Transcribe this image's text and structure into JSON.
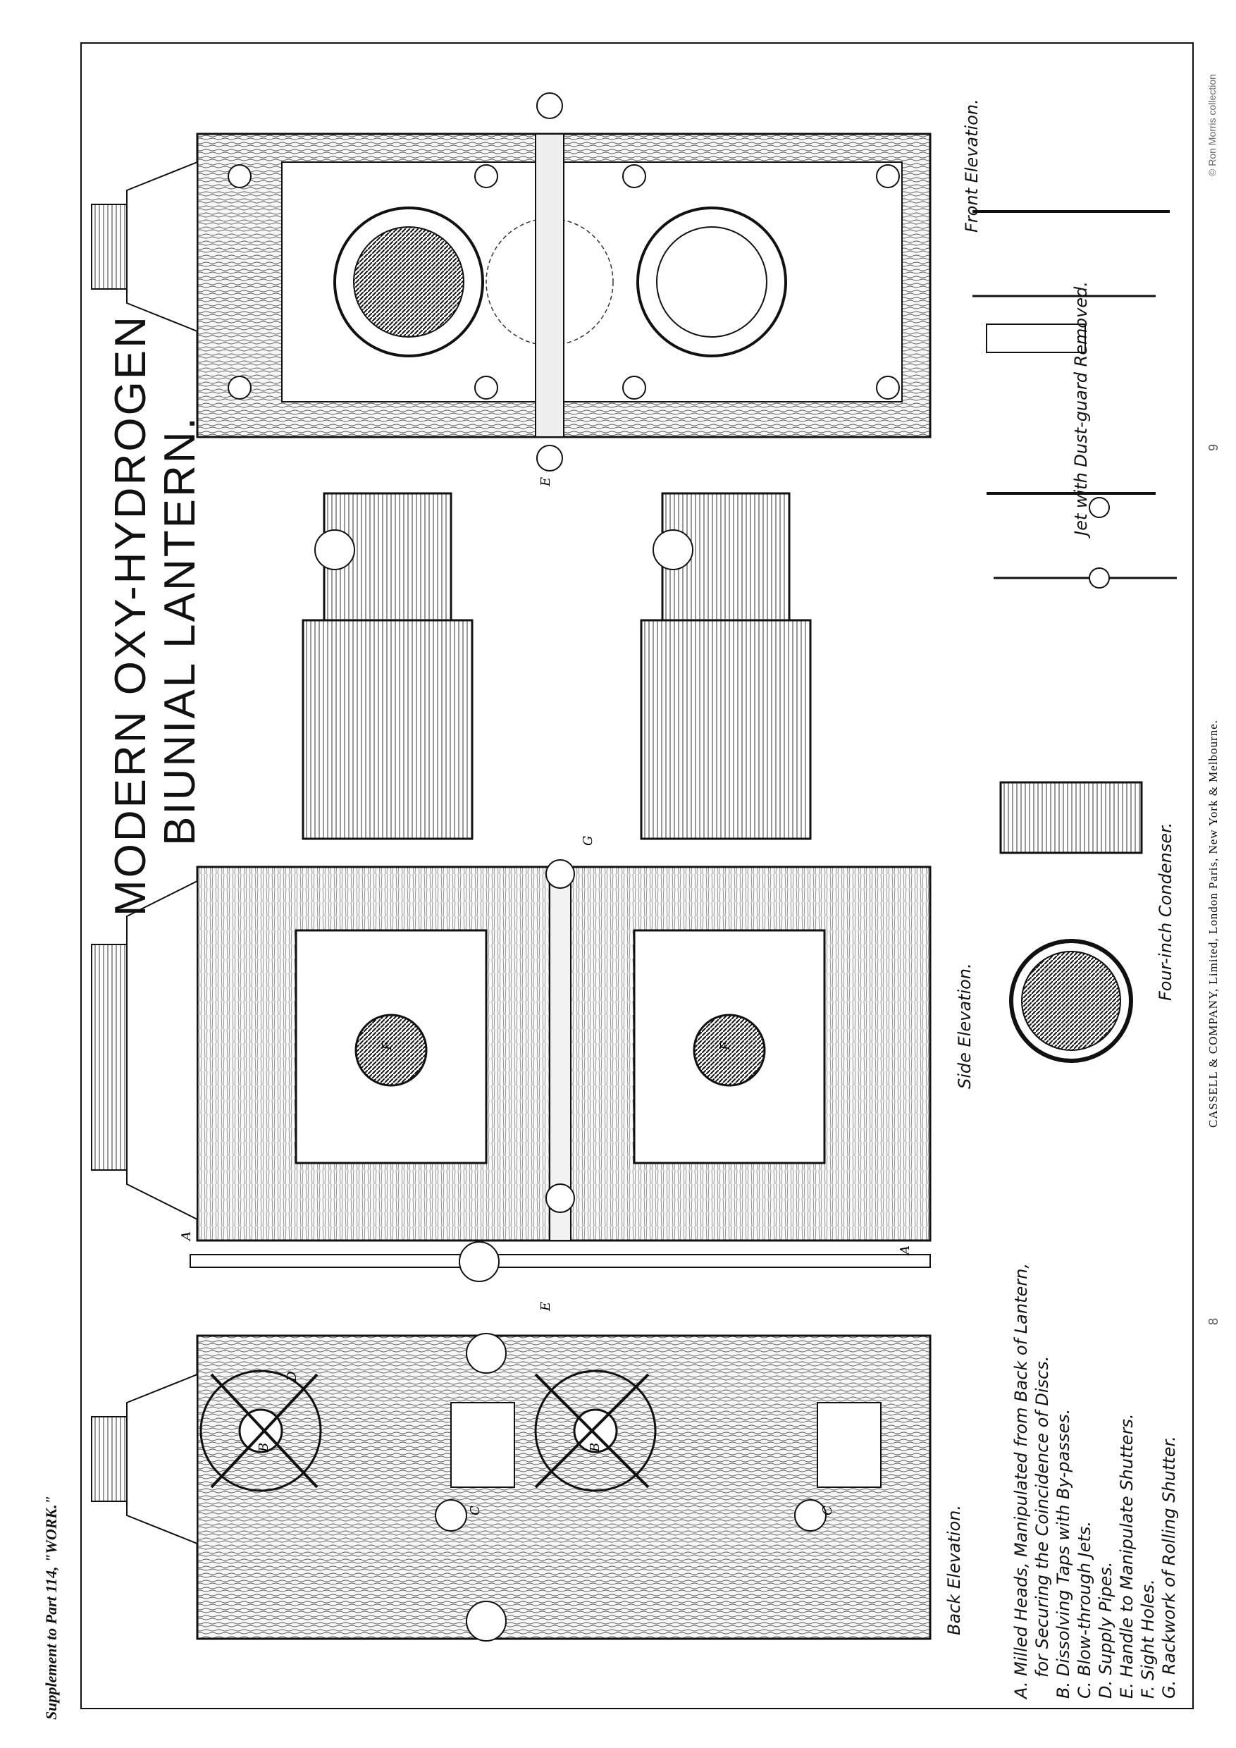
{
  "plate": {
    "supplement": "Supplement to Part 114, \"WORK.\"",
    "title_line1": "MODERN OXY-HYDROGEN",
    "title_line2": "BIUNIAL LANTERN.",
    "captions": {
      "front": "Front Elevation.",
      "side": "Side Elevation.",
      "back": "Back Elevation.",
      "jet": "Jet with Dust-guard Removed.",
      "condenser": "Four-inch Condenser."
    },
    "legend": [
      "A. Milled Heads, Manipulated from Back of Lantern,",
      "for Securing the Coincidence of Discs.",
      "B. Dissolving Taps with By-passes.",
      "C. Blow-through Jets.",
      "D. Supply Pipes.",
      "E. Handle to Manipulate Shutters.",
      "F. Sight Holes.",
      "G. Rackwork of Rolling Shutter."
    ],
    "publisher": "CASSELL & COMPANY, Limited, London Paris, New York & Melbourne.",
    "collection": "© Ron Morris collection",
    "page_left": "8",
    "page_right": "9",
    "part_letters": [
      "A",
      "A",
      "B",
      "B",
      "C",
      "C",
      "D",
      "E",
      "E",
      "F",
      "F",
      "G"
    ]
  }
}
